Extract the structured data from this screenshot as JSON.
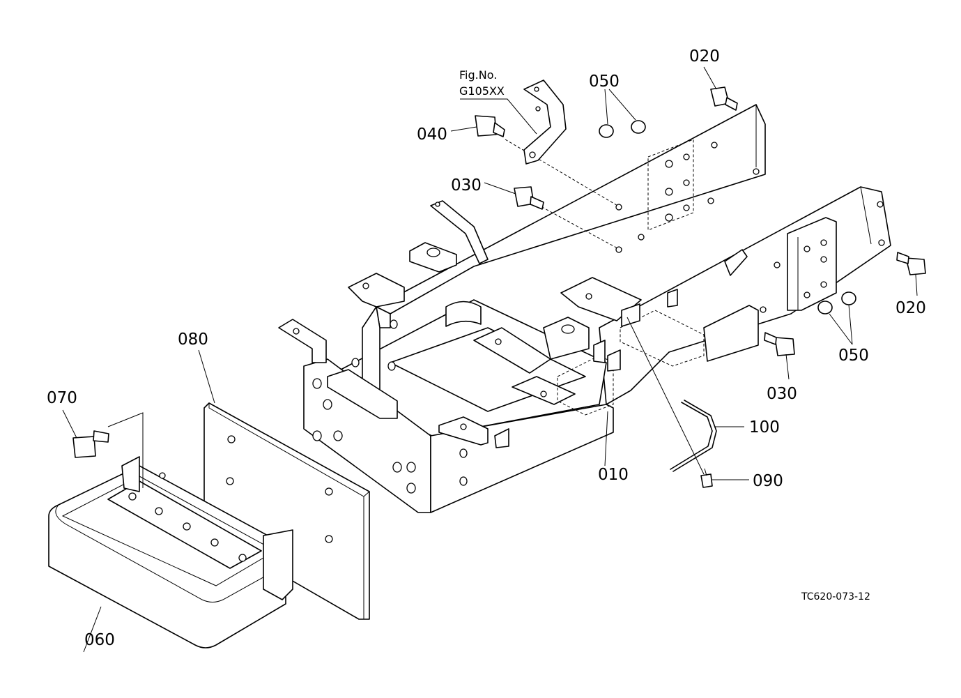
{
  "figure_reference": {
    "line1": "Fig.No.",
    "line2": "G105XX"
  },
  "drawing_code": "TC620-073-12",
  "callouts": {
    "c010": "010",
    "c020a": "020",
    "c020b": "020",
    "c030a": "030",
    "c030b": "030",
    "c040": "040",
    "c050a": "050",
    "c050b": "050",
    "c060": "060",
    "c070": "070",
    "c080": "080",
    "c090": "090",
    "c100": "100"
  }
}
